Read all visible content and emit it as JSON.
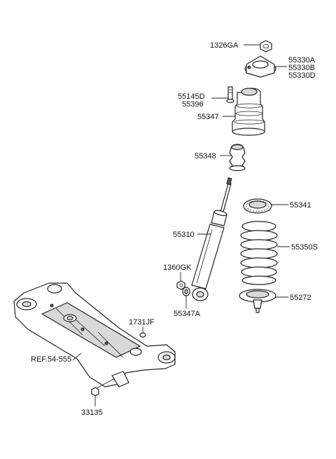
{
  "labels": {
    "nut_top": "1326GA",
    "mount_a": "55330A",
    "mount_b": "55330B",
    "mount_d": "55330D",
    "bolt_1": "55145D",
    "bolt_2": "55396",
    "dust_cover": "55347",
    "bump_stop": "55348",
    "upper_seat": "55341",
    "shock": "55310",
    "spring": "55350S",
    "nut_lower": "1360GK",
    "bushing": "55347A",
    "lower_seat": "55272",
    "plug": "1731JF",
    "reference": "REF.54-555",
    "bolt_bottom": "33135"
  }
}
